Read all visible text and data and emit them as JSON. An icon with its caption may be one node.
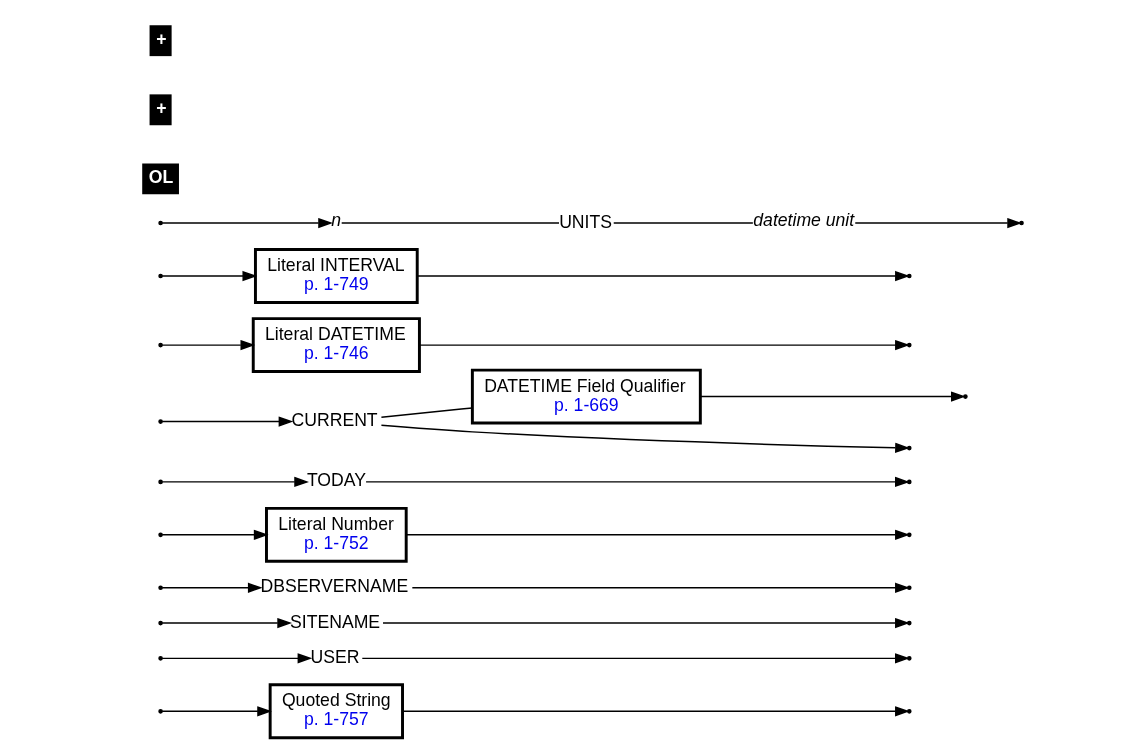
{
  "diagram": {
    "nodes": [
      {
        "text": [
          "Quoted String",
          "p. 1-757"
        ]
      },
      {
        "text": [
          "USER"
        ]
      },
      {
        "text": [
          "SITENAME"
        ]
      },
      {
        "text": [
          "DBSERVERNAME"
        ]
      },
      {
        "text": [
          "Literal Number",
          "p. 1-752"
        ]
      },
      {
        "text": [
          "TODAY"
        ]
      },
      {
        "text": [
          "CURRENT"
        ]
      },
      {
        "text": [
          "DATETIME Field Qualifier",
          "p. 1-669"
        ]
      },
      {
        "text": [
          "Literal DATETIME",
          "p. 1-746"
        ]
      },
      {
        "text": [
          "Literal INTERVAL",
          "p. 1-749"
        ]
      },
      {
        "text": [
          "n"
        ]
      },
      {
        "text": [
          "UNITS"
        ]
      },
      {
        "text": [
          "datetime unit"
        ]
      }
    ],
    "edges": [
      {
        "from": 0,
        "to": null,
        "arrow": "to"
      },
      {
        "from": null,
        "to": 0,
        "arrow": "to"
      },
      {
        "from": 1,
        "to": null,
        "arrow": "to"
      },
      {
        "from": null,
        "to": 1,
        "arrow": "to"
      },
      {
        "from": 2,
        "to": null,
        "arrow": "to"
      },
      {
        "from": 3,
        "to": null,
        "arrow": "to"
      },
      {
        "from": null,
        "to": 2,
        "arrow": "to"
      },
      {
        "from": null,
        "to": 3,
        "arrow": "to"
      },
      {
        "from": 4,
        "to": null,
        "arrow": "to"
      },
      {
        "from": null,
        "to": 4,
        "arrow": "to"
      },
      {
        "from": 5,
        "to": null,
        "arrow": "to"
      },
      {
        "from": null,
        "to": 5,
        "arrow": "to"
      },
      {
        "from": 6,
        "to": null,
        "arrow": "to"
      },
      {
        "from": null,
        "to": 6,
        "arrow": "to"
      },
      {
        "from": 6,
        "to": 7,
        "arrow": "none"
      },
      {
        "from": 7,
        "to": null,
        "arrow": "to"
      },
      {
        "from": 8,
        "to": null,
        "arrow": "to"
      },
      {
        "from": null,
        "to": 8,
        "arrow": "to"
      },
      {
        "from": 9,
        "to": null,
        "arrow": "to"
      },
      {
        "from": null,
        "to": 9,
        "arrow": "to"
      },
      {
        "from": 12,
        "to": null,
        "arrow": "to"
      },
      {
        "from": null,
        "to": 10,
        "arrow": "to"
      },
      {
        "from": 10,
        "to": 11,
        "arrow": "none"
      },
      {
        "from": 11,
        "to": 12,
        "arrow": "none"
      }
    ],
    "labels": [
      "OL",
      "+",
      "+"
    ]
  }
}
